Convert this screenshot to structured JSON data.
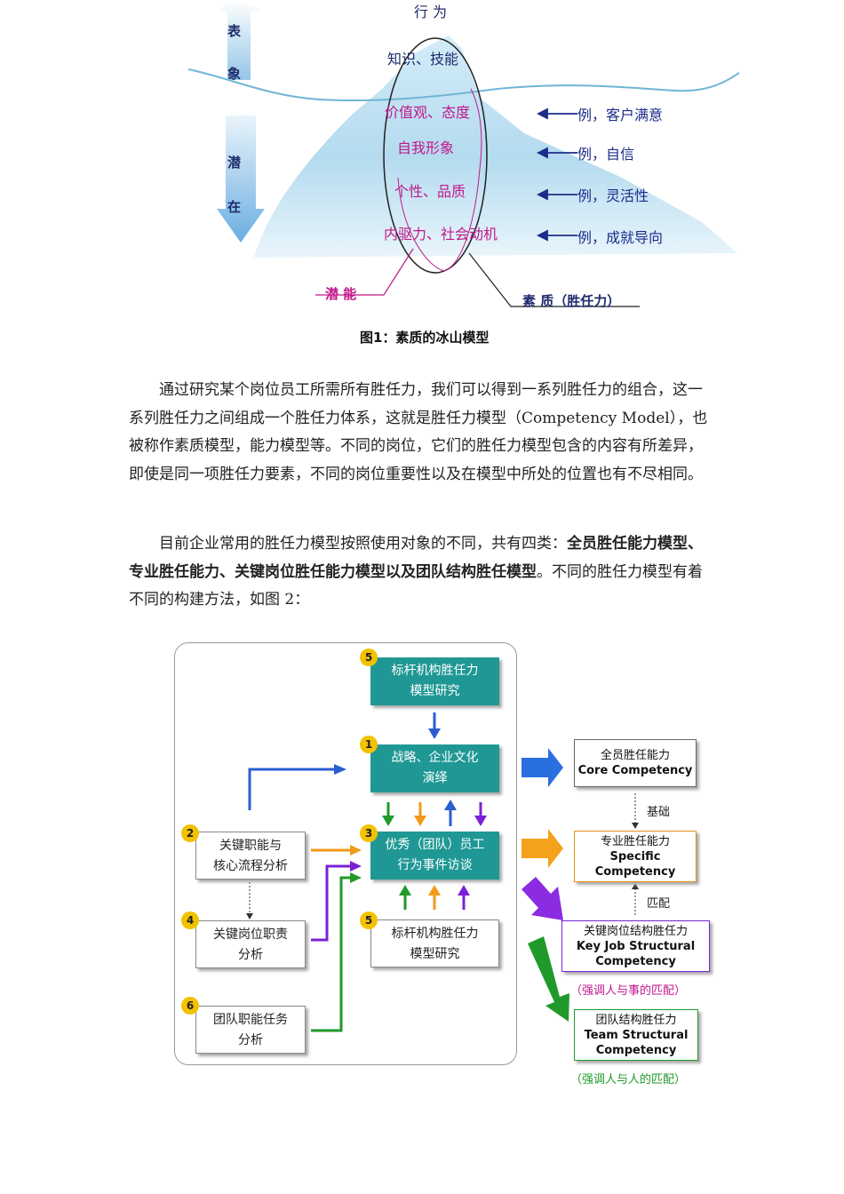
{
  "figure1": {
    "top_label": "行 为",
    "surface_label_chars": [
      "表",
      "象"
    ],
    "latent_label_chars": [
      "潜",
      "在"
    ],
    "layers": [
      "知识、技能",
      "价值观、态度",
      "自我形象",
      "个性、品质",
      "内驱力、社会动机"
    ],
    "examples": [
      "例，客户满意",
      "例，自信",
      "例，灵活性",
      "例，成就导向"
    ],
    "potential_label": "潜 能",
    "quality_label": "素 质（胜任力）",
    "caption": "图1：素质的冰山模型"
  },
  "paragraph1": {
    "text": "通过研究某个岗位员工所需所有胜任力，我们可以得到一系列胜任力的组合，这一系列胜任力之间组成一个胜任力体系，这就是胜任力模型（Competency Model），也被称作素质模型，能力模型等。不同的岗位，它们的胜任力模型包含的内容有所差异，即使是同一项胜任力要素，不同的岗位重要性以及在模型中所处的位置也有不尽相同。"
  },
  "paragraph2": {
    "lead": "目前企业常用的胜任力模型按照使用对象的不同，共有四类：",
    "bold": "全员胜任能力模型、专业胜任能力、关键岗位胜任能力模型以及团队结构胜任模型",
    "tail": "。不同的胜任力模型有着不同的构建方法，如图 2："
  },
  "figure2": {
    "boxes": {
      "benchmark_top": {
        "num": "5",
        "line1": "标杆机构胜任力",
        "line2": "模型研究"
      },
      "strategy": {
        "num": "1",
        "line1": "战略、企业文化",
        "line2": "演绎"
      },
      "interview": {
        "num": "3",
        "line1": "优秀（团队）员工",
        "line2": "行为事件访谈"
      },
      "benchmark_bottom": {
        "num": "5",
        "line1": "标杆机构胜任力",
        "line2": "模型研究"
      },
      "key_function": {
        "num": "2",
        "line1": "关键职能与",
        "line2": "核心流程分析"
      },
      "key_duty": {
        "num": "4",
        "line1": "关键岗位职责",
        "line2": "分析"
      },
      "team_task": {
        "num": "6",
        "line1": "团队职能任务",
        "line2": "分析"
      }
    },
    "outputs": {
      "core": {
        "cn": "全员胜任能力",
        "en": "Core Competency"
      },
      "specific": {
        "cn": "专业胜任能力",
        "en1": "Specific",
        "en2": "Competency"
      },
      "key_job": {
        "cn": "关键岗位结构胜任力",
        "en1": "Key Job Structural",
        "en2": "Competency"
      },
      "team": {
        "cn": "团队结构胜任力",
        "en1": "Team Structural",
        "en2": "Competency"
      }
    },
    "relation_basis": "基础",
    "relation_match": "匹配",
    "note_person_task": "（强调人与事的匹配）",
    "note_person_person": "（强调人与人的匹配）",
    "colors": {
      "teal": "#1f9895",
      "blue": "#2a5ed1",
      "orange": "#f29a1a",
      "purple": "#7a21d6",
      "green": "#1f9a2a",
      "pink": "#c0188a"
    }
  }
}
